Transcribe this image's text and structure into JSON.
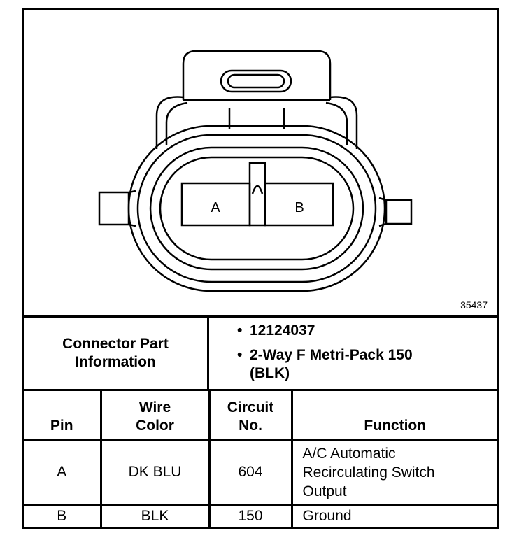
{
  "figure": {
    "id": "35437",
    "cavities": [
      "A",
      "B"
    ]
  },
  "connector_info": {
    "label": "Connector Part Information",
    "bullets": [
      "12124037",
      "2-Way F Metri-Pack 150 (BLK)"
    ]
  },
  "pin_table": {
    "headers": {
      "pin": "Pin",
      "wire_color": "Wire Color",
      "circuit_no": "Circuit No.",
      "function": "Function"
    },
    "rows": [
      {
        "pin": "A",
        "wire_color": "DK BLU",
        "circuit_no": "604",
        "function": "A/C Automatic Recirculating Switch Output"
      },
      {
        "pin": "B",
        "wire_color": "BLK",
        "circuit_no": "150",
        "function": "Ground"
      }
    ]
  }
}
